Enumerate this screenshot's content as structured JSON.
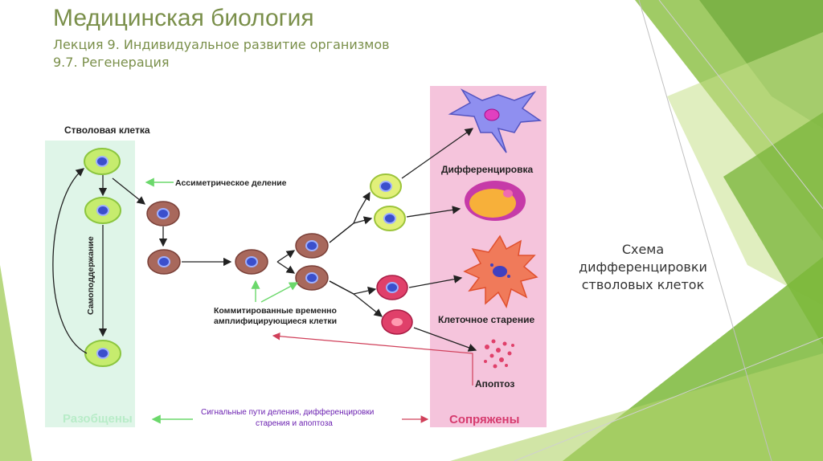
{
  "slide": {
    "title": "Медицинская биология",
    "subtitle_line1": "Лекция 9. Индивидуальное развитие организмов",
    "subtitle_line2": "9.7. Регенерация",
    "caption": "Схема дифференцировки стволовых клеток"
  },
  "diagram": {
    "stem_cell_label": "Стволовая клетка",
    "asymmetric_division_label": "Ассиметрическое деление",
    "self_renewal_label": "Самоподдержание",
    "committed_label_line1": "Коммитированные временно",
    "committed_label_line2": "амплифицирующиеся клетки",
    "differentiation_label": "Дифференцировка",
    "senescence_label": "Клеточное старение",
    "apoptosis_label": "Апоптоз",
    "uncoupled_label": "Разобщены",
    "coupled_label": "Сопряжены",
    "signaling_label_line1": "Сигнальные пути деления, дифференцировки",
    "signaling_label_line2": "старения и апоптоза"
  },
  "colors": {
    "title": "#7a8f4a",
    "stem_zone": "#dff5e8",
    "outcome_zone": "#f5c4dc",
    "stem_cell": "#b8e05a",
    "committed_cell": "#9c5a50",
    "senescent_cell": "#e0406a",
    "green_accent": "#6bd86b",
    "red_accent": "#d0405a",
    "outcome_text": "#d63b6e",
    "signal_text": "#6a1fb0"
  }
}
